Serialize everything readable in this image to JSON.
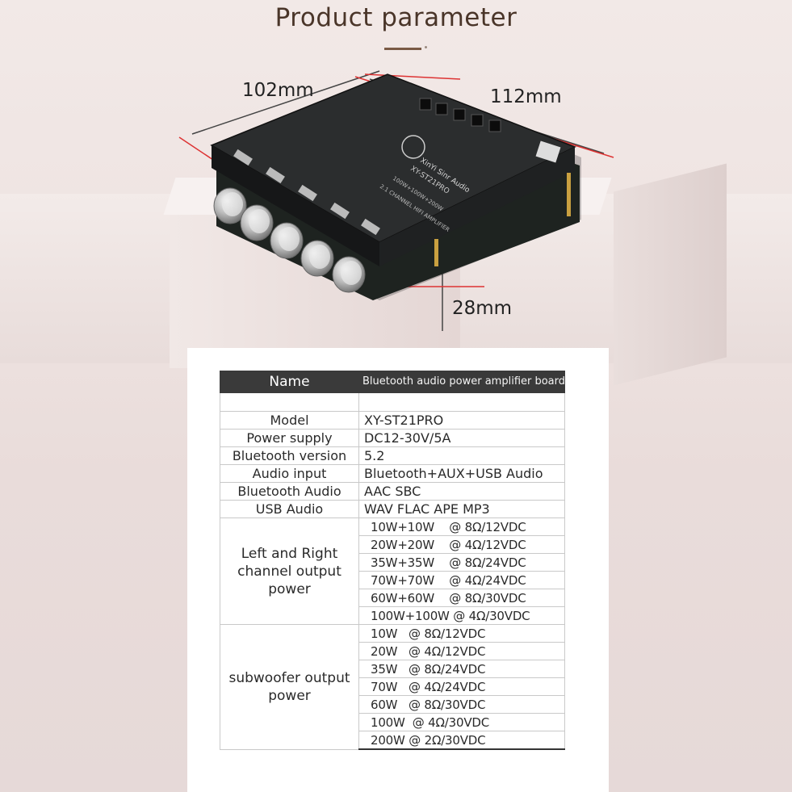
{
  "header": {
    "title": "Product parameter"
  },
  "dimensions": {
    "width": "102mm",
    "depth": "112mm",
    "height": "28mm"
  },
  "device": {
    "brand": "XinYi Sinr Audio",
    "model_marking": "XY-ST21PRO",
    "power_marking": "100W+100W+200W",
    "subtitle_marking": "2.1 CHANNEL HIFI AMPLIFIER"
  },
  "spec_table": {
    "header": {
      "name": "Name",
      "value": "Bluetooth audio power amplifier board"
    },
    "rows": [
      {
        "label": "Model",
        "value": "XY-ST21PRO"
      },
      {
        "label": "Power supply",
        "value": "DC12-30V/5A"
      },
      {
        "label": "Bluetooth version",
        "value": "5.2"
      },
      {
        "label": "Audio input",
        "value": "Bluetooth+AUX+USB Audio"
      },
      {
        "label": "Bluetooth Audio",
        "value": "AAC SBC"
      },
      {
        "label": "USB Audio",
        "value": "WAV FLAC APE MP3"
      }
    ],
    "lr_power": {
      "label": "Left and Right channel output power",
      "values": [
        "10W+10W    @ 8Ω/12VDC",
        "20W+20W    @ 4Ω/12VDC",
        "35W+35W    @ 8Ω/24VDC",
        "70W+70W    @ 4Ω/24VDC",
        "60W+60W    @ 8Ω/30VDC",
        "100W+100W @ 4Ω/30VDC"
      ]
    },
    "sub_power": {
      "label": "subwoofer output power",
      "values": [
        "10W   @ 8Ω/12VDC",
        "20W   @ 4Ω/12VDC",
        "35W   @ 8Ω/24VDC",
        "70W   @ 4Ω/24VDC",
        "60W   @ 8Ω/30VDC",
        "100W  @ 4Ω/30VDC",
        "200W @ 2Ω/30VDC"
      ]
    }
  }
}
